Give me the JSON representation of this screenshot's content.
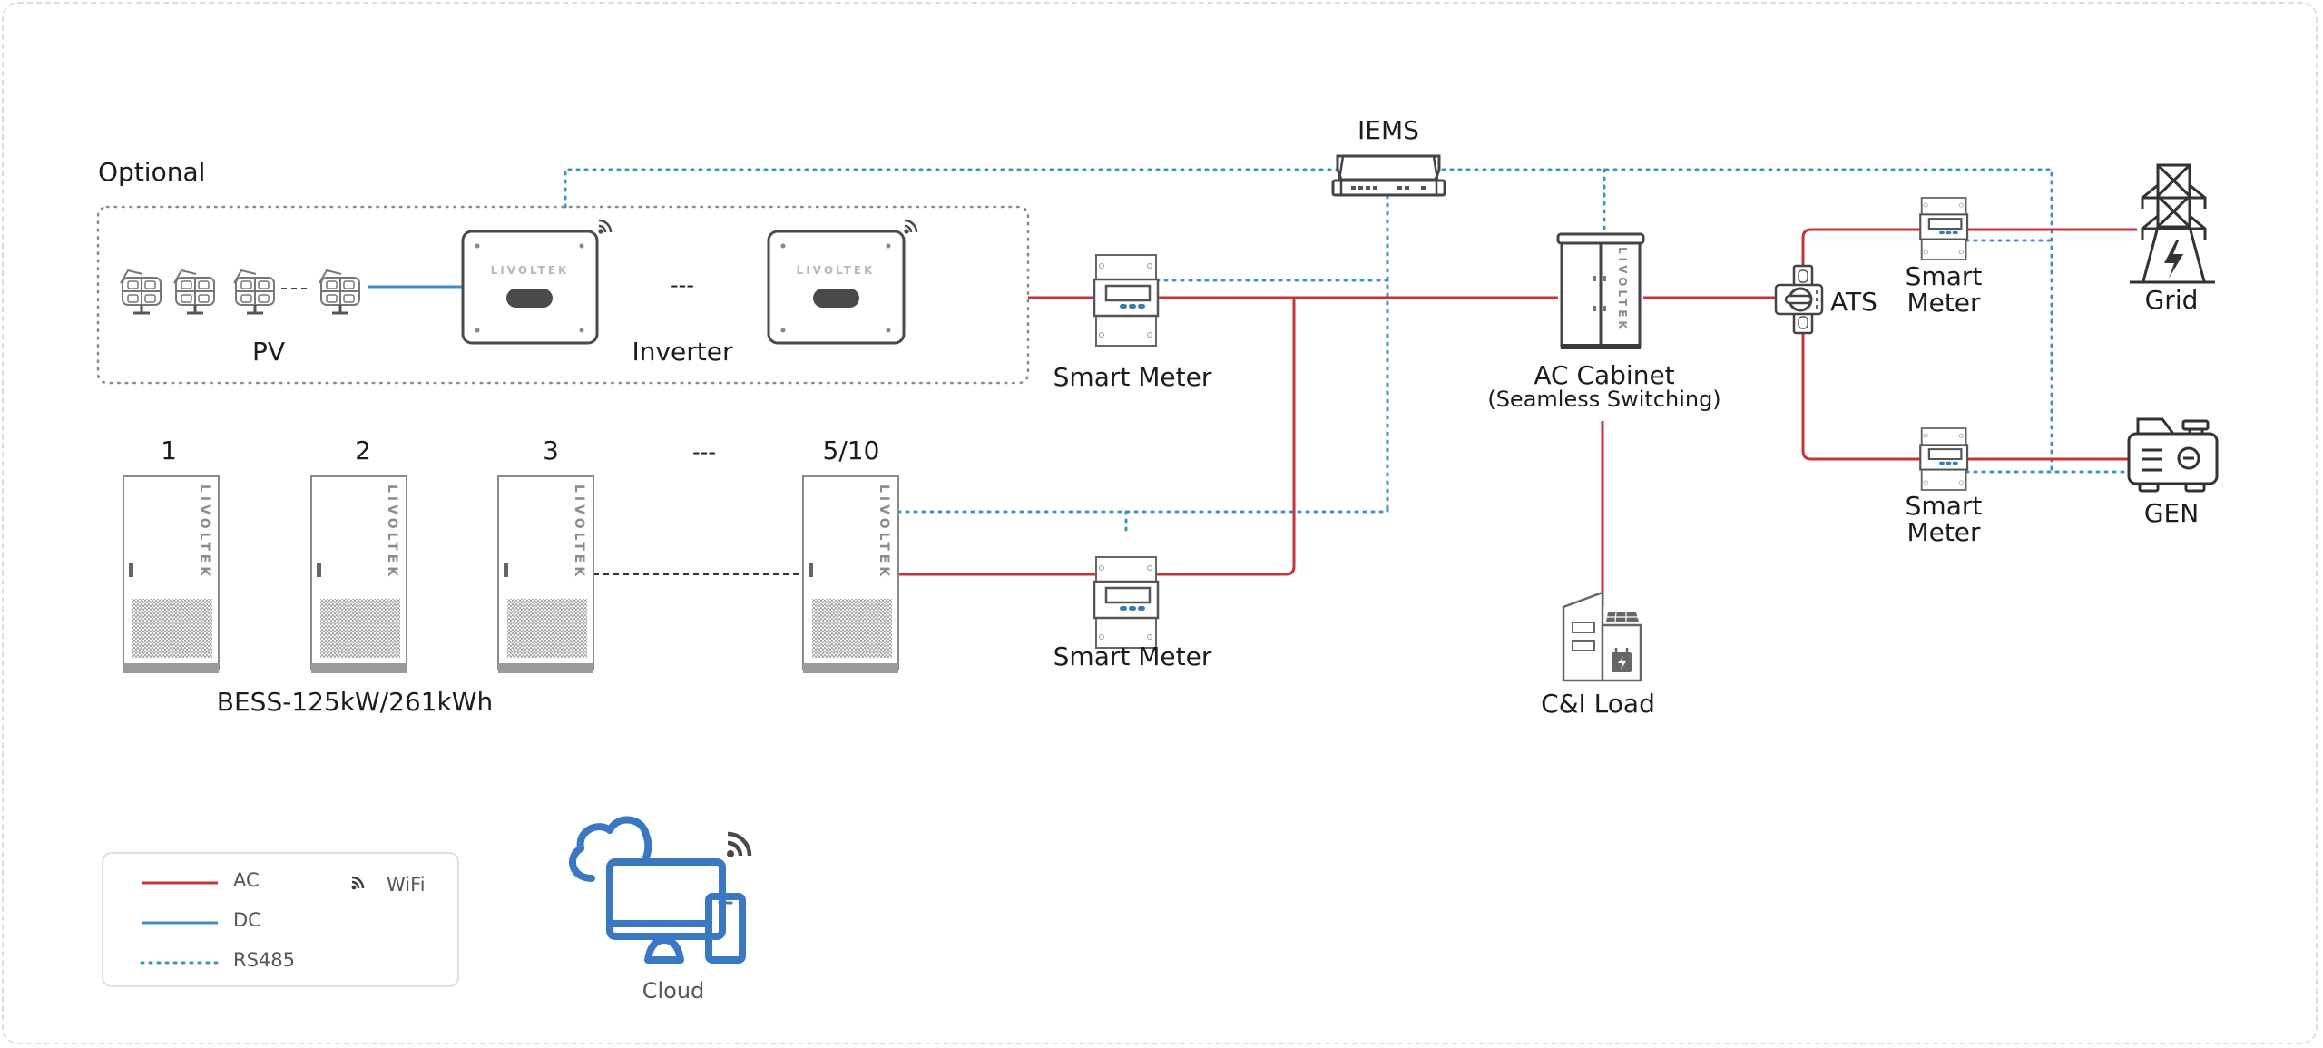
{
  "diagram": {
    "optional_label": "Optional",
    "pv_label": "PV",
    "inverter_label": "Inverter",
    "inverter_brand": "LIVOLTEK",
    "inverter_ellipsis": "---",
    "iems_label": "IEMS",
    "smart_meter_pv_label": "Smart Meter",
    "smart_meter_bess_label": "Smart Meter",
    "ac_cabinet_label": "AC Cabinet",
    "ac_cabinet_sublabel": "(Seamless Switching)",
    "ac_cabinet_brand": "LIVOLTEK",
    "ats_label": "ATS",
    "grid_meter_label_line1": "Smart",
    "grid_meter_label_line2": "Meter",
    "gen_meter_label_line1": "Smart",
    "gen_meter_label_line2": "Meter",
    "grid_label": "Grid",
    "gen_label": "GEN",
    "load_label": "C&I Load",
    "bess_label": "BESS-125kW/261kWh",
    "bess_brand": "LIVOLTEK",
    "bess_units": [
      {
        "label": "1"
      },
      {
        "label": "2"
      },
      {
        "label": "3"
      },
      {
        "label": "5/10"
      }
    ],
    "bess_ellipsis": "---",
    "cloud_label": "Cloud"
  },
  "legend": {
    "items": [
      {
        "label": "AC",
        "type": "solid",
        "color": "#c8323a"
      },
      {
        "label": "DC",
        "type": "solid",
        "color": "#3c8fc8"
      },
      {
        "label": "RS485",
        "type": "dotted",
        "color": "#3d93b8"
      }
    ],
    "wifi_label": "WiFi"
  },
  "colors": {
    "ac": "#c8323a",
    "dc": "#3c8fc8",
    "rs485": "#3d93b8",
    "cloud": "#3a78c2",
    "device": "#4a4a4a"
  }
}
